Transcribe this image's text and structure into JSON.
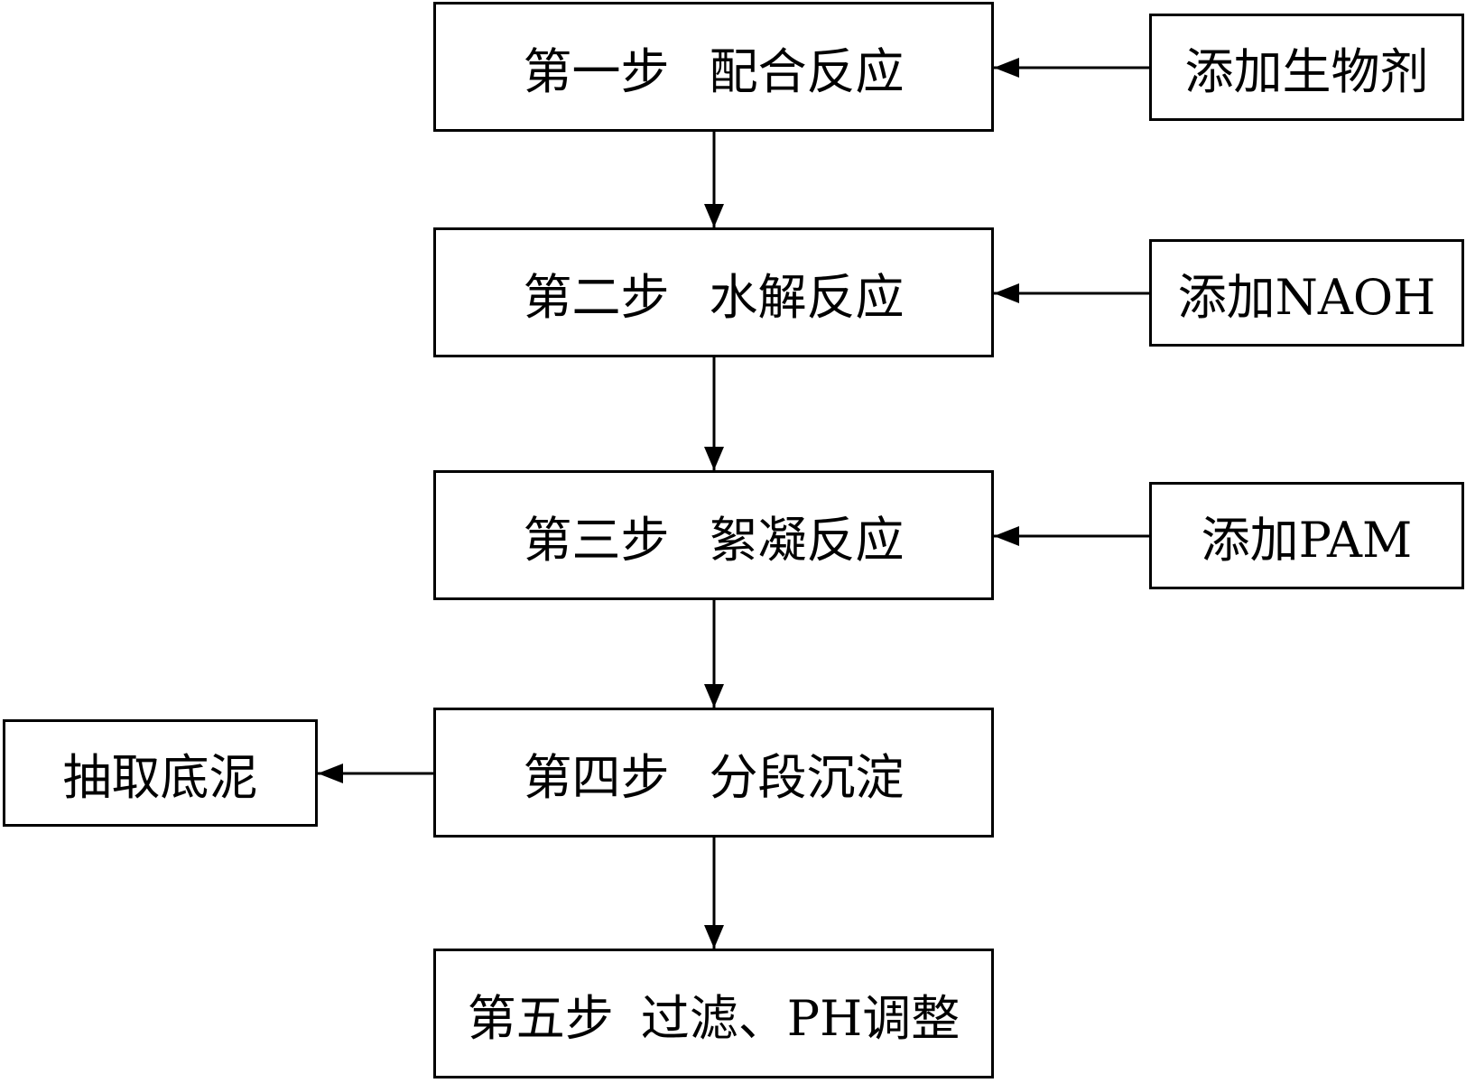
{
  "steps": [
    {
      "num": "第一步",
      "action": "配合反应"
    },
    {
      "num": "第二步",
      "action": "水解反应"
    },
    {
      "num": "第三步",
      "action": "絮凝反应"
    },
    {
      "num": "第四步",
      "action": "分段沉淀"
    },
    {
      "num": "第五步",
      "action": "过滤、PH调整"
    }
  ],
  "inputs": [
    {
      "label": "添加生物剂",
      "to_step": 1
    },
    {
      "label": "添加NAOH",
      "to_step": 2
    },
    {
      "label": "添加PAM",
      "to_step": 3
    }
  ],
  "output": {
    "label": "抽取底泥",
    "from_step": 4
  }
}
